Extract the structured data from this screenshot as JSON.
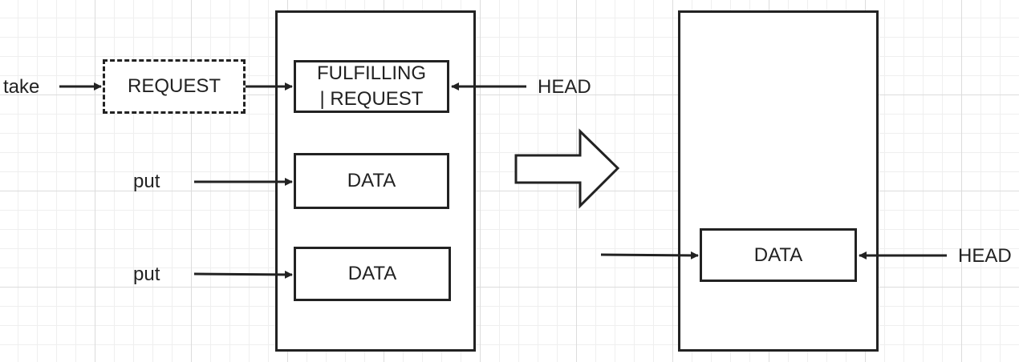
{
  "left_queue": {
    "take_label": "take",
    "request_box": "REQUEST",
    "head_node": {
      "line1": "FULFILLING",
      "line2": "| REQUEST"
    },
    "head_label": "HEAD",
    "data_nodes": [
      {
        "put_label": "put",
        "label": "DATA"
      },
      {
        "put_label": "put",
        "label": "DATA"
      }
    ]
  },
  "right_queue": {
    "data_node": "DATA",
    "head_label": "HEAD"
  },
  "colors": {
    "stroke": "#222222",
    "grid": "#dcdcdc",
    "background": "#ffffff"
  }
}
